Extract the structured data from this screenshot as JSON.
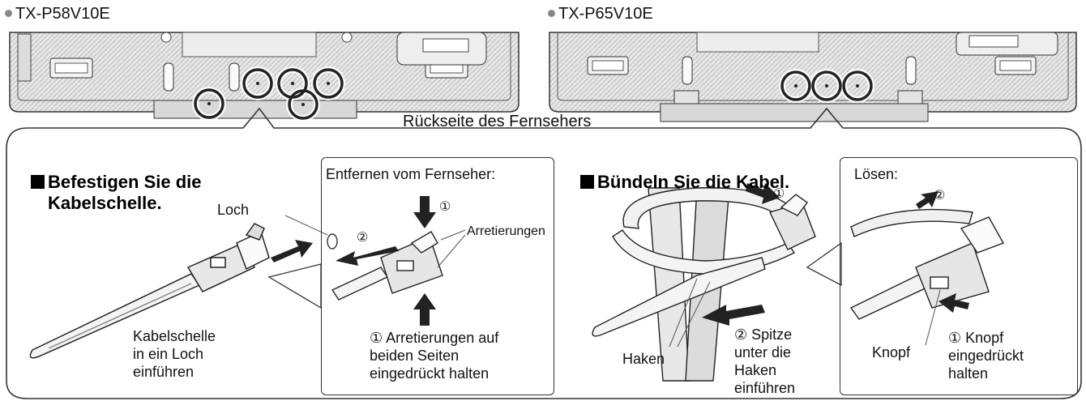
{
  "models": {
    "left": "TX-P58V10E",
    "right": "TX-P65V10E"
  },
  "caption_back": "Rückseite des Fernsehers",
  "section_attach": {
    "heading": "Befestigen Sie die\nKabelschelle.",
    "loch": "Loch",
    "insert_text": "Kabelschelle\nin ein Loch\neinführen",
    "remove_box": {
      "title": "Entfernen vom Fernseher:",
      "step1_num": "①",
      "step2_num": "②",
      "arretierungen": "Arretierungen",
      "hold_text": "① Arretierungen auf\nbeiden Seiten\neingedrückt halten"
    }
  },
  "section_bundle": {
    "heading": "Bündeln Sie die Kabel.",
    "step1_num": "①",
    "haken": "Haken",
    "tip_text": "② Spitze\nunter die\nHaken\neinführen",
    "release_box": {
      "title": "Lösen:",
      "step2_num": "②",
      "knopf": "Knopf",
      "knopf_hold": "① Knopf\neingedrückt\nhalten"
    }
  }
}
